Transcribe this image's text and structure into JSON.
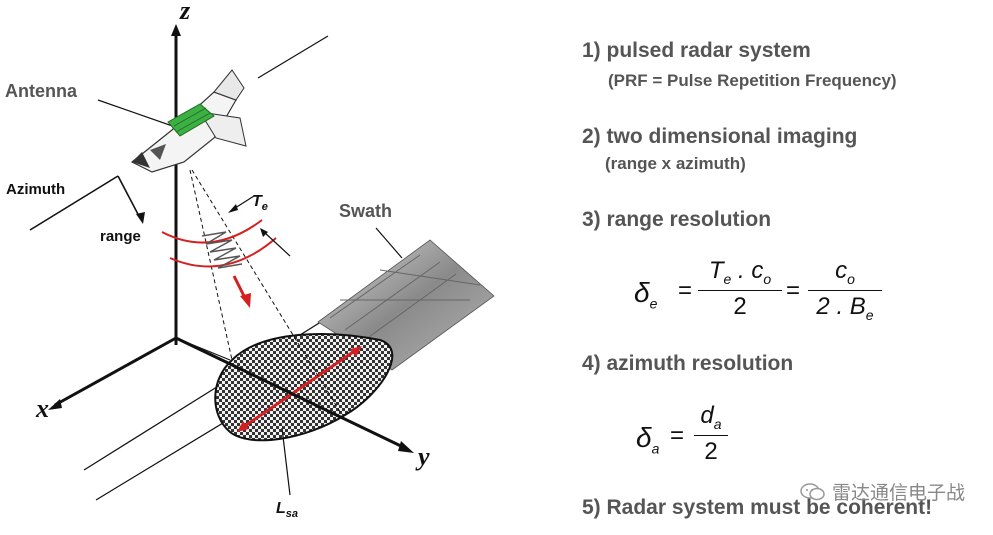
{
  "diagram": {
    "axes": {
      "z": "z",
      "x": "x",
      "y": "y"
    },
    "labels": {
      "antenna": "Antenna",
      "azimuth": "Azimuth",
      "range": "range",
      "swath": "Swath",
      "te_main": "T",
      "te_sub": "e",
      "lsa_main": "L",
      "lsa_sub": "sa"
    },
    "colors": {
      "red": "#d42020",
      "green": "#3cb043",
      "text": "#555555"
    }
  },
  "panel": {
    "item1": "1) pulsed radar system",
    "item1_sub": "(PRF = Pulse Repetition Frequency)",
    "item2": "2) two dimensional imaging",
    "item2_sub": "(range x azimuth)",
    "item3": "3) range resolution",
    "item4": "4) azimuth resolution",
    "item5": "5) Radar system must be coherent!",
    "eq_range": {
      "lhs": "δ",
      "lhs_sub": "e",
      "num1": "T",
      "num1_sub": "e",
      "num1_mid": " . c",
      "num1_sub2": "o",
      "den1": "2",
      "num2": "c",
      "num2_sub": "o",
      "den2": "2 . B",
      "den2_sub": "e",
      "eq": "="
    },
    "eq_azimuth": {
      "lhs": "δ",
      "lhs_sub": "a",
      "num": "d",
      "num_sub": "a",
      "den": "2",
      "eq": "="
    }
  },
  "watermark": {
    "text": "雷达通信电子战",
    "icon": "wechat-icon"
  }
}
